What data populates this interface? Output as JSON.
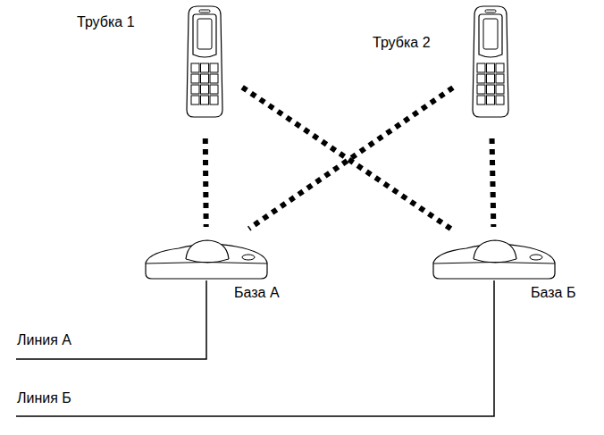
{
  "diagram": {
    "nodes": [
      {
        "text": [
          "Трубка 1"
        ]
      },
      {
        "text": [
          "Трубка 2"
        ]
      },
      {
        "text": [
          "База А"
        ]
      },
      {
        "text": [
          "База Б"
        ]
      }
    ],
    "edges": [
      {
        "from": 0,
        "to": 2,
        "arrow": "none"
      },
      {
        "from": 0,
        "to": 3,
        "arrow": "none"
      },
      {
        "from": 1,
        "to": 3,
        "arrow": "none"
      },
      {
        "from": 1,
        "to": 2,
        "arrow": "none"
      }
    ],
    "labels": [
      "Линия А",
      "Линия Б"
    ]
  }
}
